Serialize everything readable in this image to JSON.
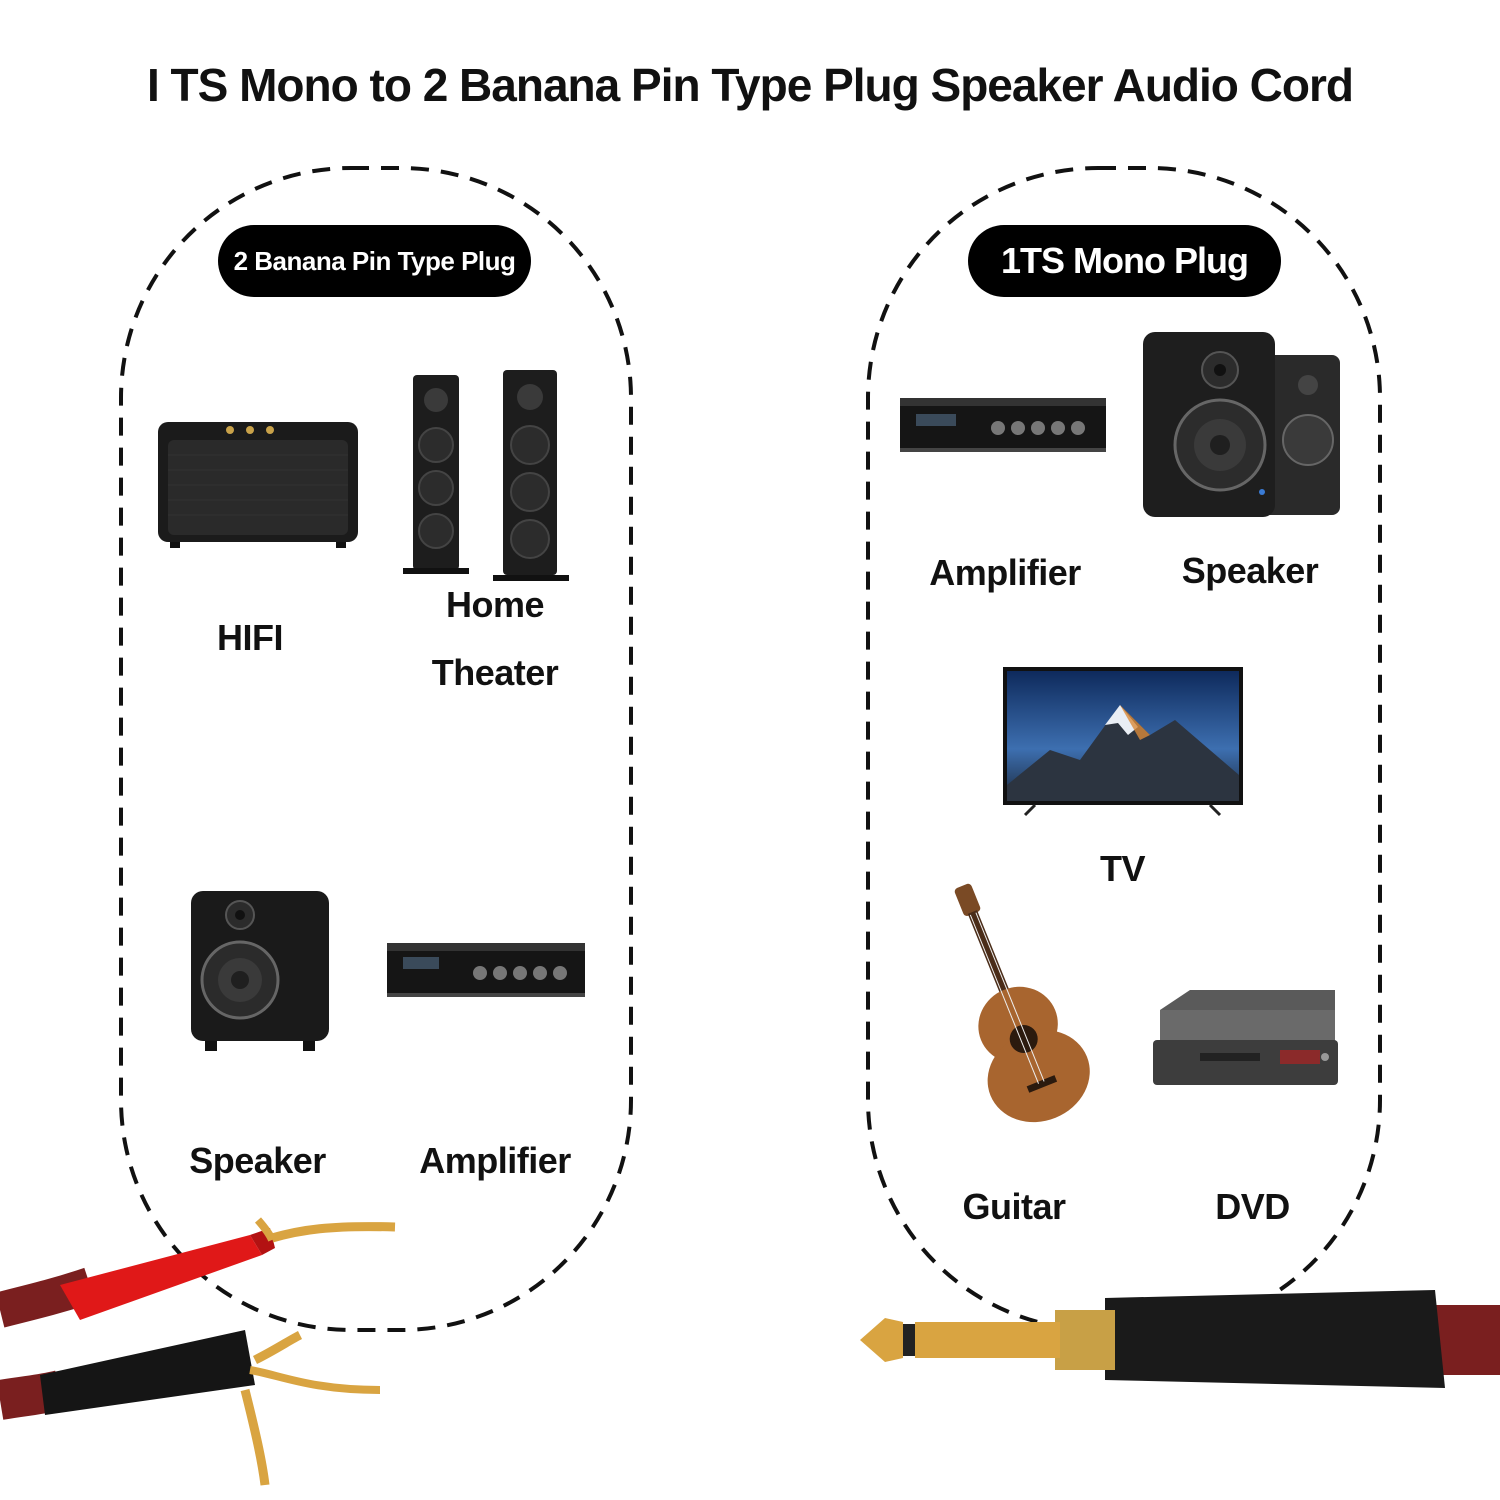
{
  "title": "I TS Mono to 2 Banana Pin Type Plug Speaker Audio Cord",
  "left_panel": {
    "header": "2 Banana Pin Type Plug",
    "items": [
      {
        "label": "HIFI"
      },
      {
        "label_line1": "Home",
        "label_line2": "Theater"
      },
      {
        "label": "Speaker"
      },
      {
        "label": "Amplifier"
      }
    ]
  },
  "right_panel": {
    "header": "1TS Mono Plug",
    "items": [
      {
        "label": "Amplifier"
      },
      {
        "label": "Speaker"
      },
      {
        "label": "TV"
      },
      {
        "label": "Guitar"
      },
      {
        "label": "DVD"
      }
    ]
  },
  "colors": {
    "cable": "#7a1f1f",
    "banana_red": "#e01818",
    "banana_black": "#151515",
    "gold": "#d9a441",
    "plug_black": "#1a1a1a"
  }
}
